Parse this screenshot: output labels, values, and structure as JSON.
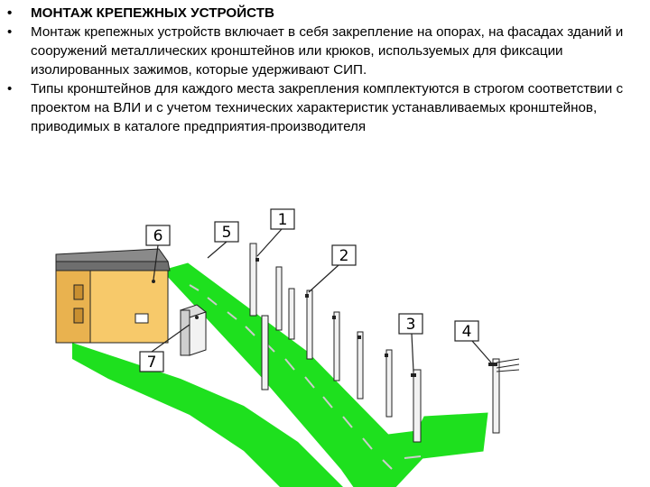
{
  "bullets": [
    {
      "marker": "•",
      "text": "МОНТАЖ КРЕПЕЖНЫХ УСТРОЙСТВ",
      "bold": true
    },
    {
      "marker": "•",
      "text": "Монтаж крепежных устройств включает в себя закрепление на опорах, на фасадах зданий и сооружений металлических кронштейнов или крюков, используемых для фиксации изолированных зажимов, которые удерживают СИП."
    },
    {
      "marker": "•",
      "text": "Типы кронштейнов для каждого места закрепления комплектуются в строгом соответствии с проектом на ВЛИ и с учетом технических характеристик устанавливаемых кронштейнов, приводимых в каталоге предприятия-производителя"
    }
  ],
  "figure": {
    "callouts": [
      "1",
      "2",
      "3",
      "4",
      "5",
      "6",
      "7"
    ],
    "colors": {
      "grass": "#1ee01e",
      "building_wall": "#f7c96a",
      "roof": "#6e6e6e",
      "pole": "#f2f2f2",
      "outline": "#222222"
    }
  }
}
